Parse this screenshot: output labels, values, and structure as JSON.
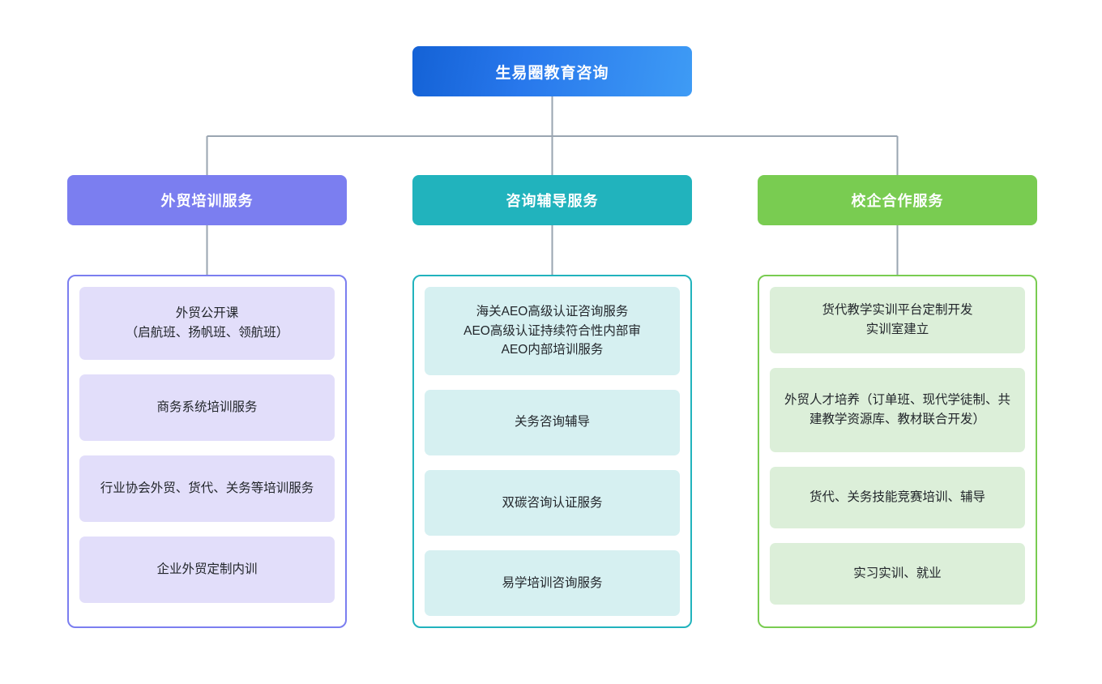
{
  "diagram": {
    "type": "organization-tree",
    "root": {
      "label": "生易圈教育咨询",
      "color": "#2878ec"
    },
    "branches": [
      {
        "id": "foreign-trade-training",
        "label": "外贸培训服务",
        "color": "#7b7ef0",
        "panel_border": "#7b7ef0",
        "card_fill": "#e2defa",
        "items": [
          "外贸公开课\n（启航班、扬帆班、领航班）",
          "商务系统培训服务",
          "行业协会外贸、货代、关务等培训服务",
          "企业外贸定制内训"
        ]
      },
      {
        "id": "consulting-tutoring",
        "label": "咨询辅导服务",
        "color": "#21b3bd",
        "panel_border": "#21b3bd",
        "card_fill": "#d6f0f1",
        "items": [
          "海关AEO高级认证咨询服务\nAEO高级认证持续符合性内部审\nAEO内部培训服务",
          "关务咨询辅导",
          "双碳咨询认证服务",
          "易学培训咨询服务"
        ]
      },
      {
        "id": "school-enterprise-cooperation",
        "label": "校企合作服务",
        "color": "#79cc51",
        "panel_border": "#79cc51",
        "card_fill": "#dcefd9",
        "items": [
          "货代教学实训平台定制开发\n实训室建立",
          "外贸人才培养（订单班、现代学徒制、共建教学资源库、教材联合开发）",
          "货代、关务技能竞赛培训、辅导",
          "实习实训、就业"
        ]
      }
    ],
    "connector_color": "#9aa5b1"
  }
}
